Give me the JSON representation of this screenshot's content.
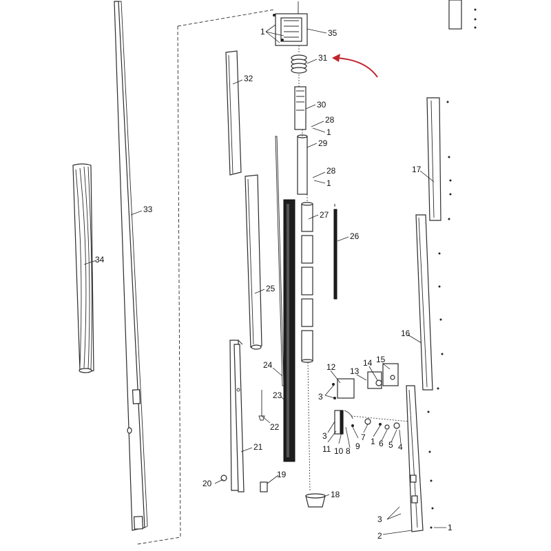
{
  "diagram": {
    "callouts": [
      {
        "id": "c35a",
        "label": "35"
      },
      {
        "id": "c1a",
        "label": "1"
      },
      {
        "id": "c31",
        "label": "31"
      },
      {
        "id": "c32",
        "label": "32"
      },
      {
        "id": "c30",
        "label": "30"
      },
      {
        "id": "c28a",
        "label": "28"
      },
      {
        "id": "c1b",
        "label": "1"
      },
      {
        "id": "c29",
        "label": "29"
      },
      {
        "id": "c28b",
        "label": "28"
      },
      {
        "id": "c1c",
        "label": "1"
      },
      {
        "id": "c33",
        "label": "33"
      },
      {
        "id": "c34",
        "label": "34"
      },
      {
        "id": "c27",
        "label": "27"
      },
      {
        "id": "c26",
        "label": "26"
      },
      {
        "id": "c25",
        "label": "25"
      },
      {
        "id": "c17",
        "label": "17"
      },
      {
        "id": "c16",
        "label": "16"
      },
      {
        "id": "c24",
        "label": "24"
      },
      {
        "id": "c23",
        "label": "23"
      },
      {
        "id": "c22",
        "label": "22"
      },
      {
        "id": "c21",
        "label": "21"
      },
      {
        "id": "c12",
        "label": "12"
      },
      {
        "id": "c13",
        "label": "13"
      },
      {
        "id": "c14",
        "label": "14"
      },
      {
        "id": "c15",
        "label": "15"
      },
      {
        "id": "c3a",
        "label": "3"
      },
      {
        "id": "c3b",
        "label": "3"
      },
      {
        "id": "c11",
        "label": "11"
      },
      {
        "id": "c10",
        "label": "10"
      },
      {
        "id": "c8",
        "label": "8"
      },
      {
        "id": "c9",
        "label": "9"
      },
      {
        "id": "c7",
        "label": "7"
      },
      {
        "id": "c1d",
        "label": "1"
      },
      {
        "id": "c6",
        "label": "6"
      },
      {
        "id": "c5",
        "label": "5"
      },
      {
        "id": "c4",
        "label": "4"
      },
      {
        "id": "c19",
        "label": "19"
      },
      {
        "id": "c20",
        "label": "20"
      },
      {
        "id": "c18",
        "label": "18"
      },
      {
        "id": "c3c",
        "label": "3"
      },
      {
        "id": "c2",
        "label": "2"
      },
      {
        "id": "c1e",
        "label": "1"
      }
    ],
    "highlight_arrow_color": "#c0262d"
  }
}
